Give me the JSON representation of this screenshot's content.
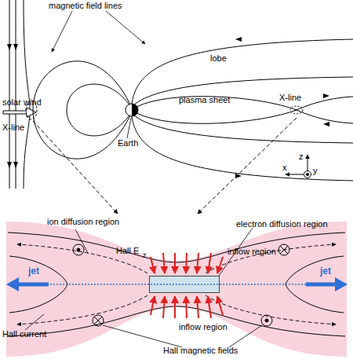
{
  "diagram": {
    "nodes": [
      {
        "text": [
          "ion diffusion region"
        ]
      },
      {
        "text": [
          "electron diffusion region"
        ],
        "in": 0
      }
    ],
    "labels": [
      "magnetic field lines",
      "lobe",
      "solar wind",
      "plasma sheet",
      "X-line",
      "X-line",
      "Earth",
      "z",
      "x",
      "y",
      "Hall E",
      "z",
      "inflow region",
      "jet",
      "jet",
      "inflow region",
      "Hall current",
      "Hall magnetic fields"
    ]
  }
}
